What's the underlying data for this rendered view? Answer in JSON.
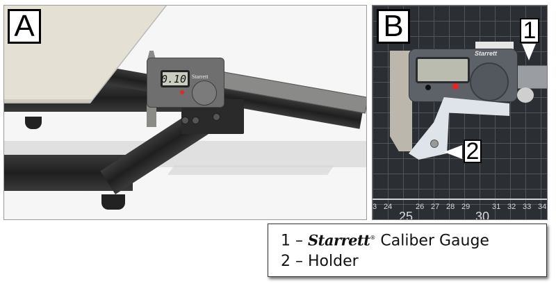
{
  "panels": {
    "a": {
      "label": "A",
      "caliper_display": "0.10",
      "caliper_brand": "Starrett"
    },
    "b": {
      "label": "B",
      "caliper_brand": "Starrett",
      "callouts": [
        {
          "number": "1"
        },
        {
          "number": "2"
        }
      ],
      "ruler": {
        "small_ticks": [
          "3",
          "24",
          "26",
          "27",
          "28",
          "29",
          "31",
          "32",
          "33",
          "34"
        ],
        "large_ticks": [
          "25",
          "30"
        ]
      }
    }
  },
  "legend": {
    "items": [
      {
        "number": "1",
        "dash": "–",
        "brand": "Starrett",
        "registered": "®",
        "text": "Caliber Gauge"
      },
      {
        "number": "2",
        "dash": "–",
        "brand": "",
        "registered": "",
        "text": "Holder"
      }
    ]
  },
  "colors": {
    "indicator_red": "#e02a2a",
    "mat_dark": "#2b2e33",
    "frame_black": "#1f1f1f",
    "bed_beige": "#e4e0d4"
  }
}
